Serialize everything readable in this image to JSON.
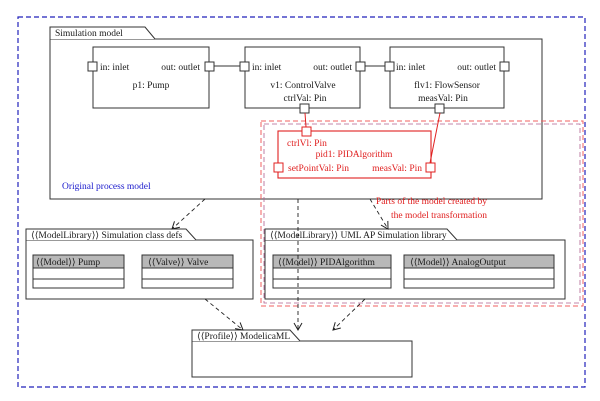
{
  "simulation_model": {
    "title": "Simulation model",
    "pump": {
      "in_port": "in: inlet",
      "out_port": "out: outlet",
      "name": "p1: Pump"
    },
    "valve": {
      "in_port": "in: inlet",
      "out_port": "out: outlet",
      "name": "v1: ControlValve",
      "ctrl_port": "ctrlVal: Pin"
    },
    "sensor": {
      "in_port": "in: inlet",
      "out_port": "out: outlet",
      "name": "flv1: FlowSensor",
      "meas_port": "measVal: Pin"
    },
    "original_label": "Original process model"
  },
  "pid": {
    "ctrl_port": "ctrlVl: Pin",
    "name": "pid1: PIDAlgorithm",
    "setpoint_port": "setPointVal: Pin",
    "meas_port": "measVal: Pin"
  },
  "transformation_note": {
    "line1": "Parts of the model created by",
    "line2": "the model transformation"
  },
  "sim_class_lib": {
    "title": "⟨⟨ModelLibrary⟩⟩ Simulation class defs",
    "classes": [
      "⟨⟨Model⟩⟩ Pump",
      "⟨⟨Valve⟩⟩ Valve"
    ]
  },
  "uml_ap_lib": {
    "title": "⟨⟨ModelLibrary⟩⟩ UML AP Simulation library",
    "classes": [
      "⟨⟨Model⟩⟩ PIDAlgorithm",
      "⟨⟨Model⟩⟩ AnalogOutput"
    ]
  },
  "profile": {
    "title": "⟨⟨Profile⟩⟩ ModelicaML"
  },
  "colors": {
    "outer_border": "#2222bb",
    "red_elements": "#e02020",
    "red_region": "#f06060",
    "class_header_fill": "#b8b8b8"
  }
}
